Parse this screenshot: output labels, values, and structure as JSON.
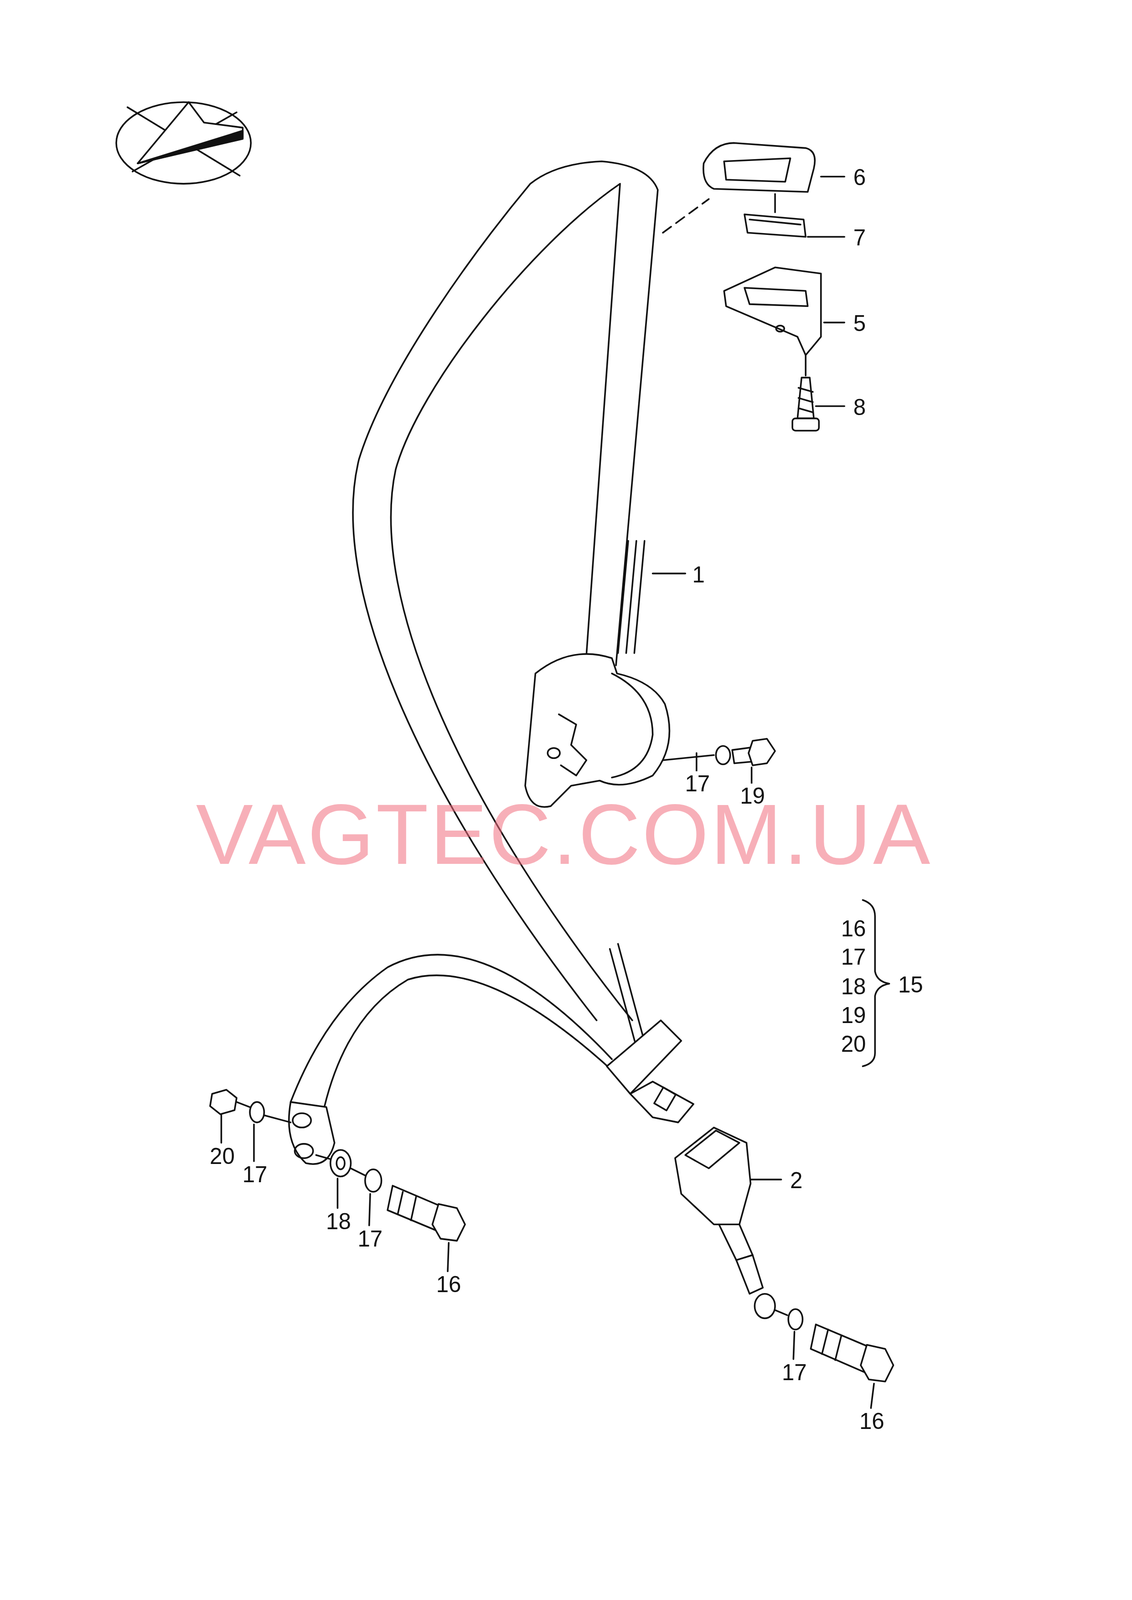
{
  "diagram": {
    "labels": [
      "6",
      "7",
      "5",
      "8",
      "1",
      "17",
      "19",
      "VAGTEC.COM.UA",
      "16",
      "17",
      "18",
      "19",
      "20",
      "15",
      "2",
      "20",
      "17",
      "18",
      "17",
      "16",
      "17",
      "16"
    ]
  }
}
